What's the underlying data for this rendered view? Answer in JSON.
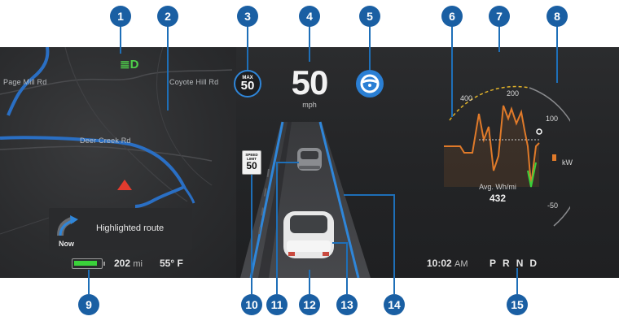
{
  "map": {
    "road_labels": [
      "Page Mill Rd",
      "Coyote Hill Rd",
      "Deer Creek Rd"
    ]
  },
  "nav": {
    "instruction": "Highlighted route",
    "time": "Now",
    "icon": "turn-arrow-icon"
  },
  "indicators": {
    "headlight_icon": "headlight-icon",
    "headlight_glyph": "≣D",
    "autosteer_icon": "steering-wheel-icon"
  },
  "speed_limit": {
    "max_label": "MAX",
    "max_value": "50",
    "sign_text": "SPEED LIMIT",
    "sign_value": "50"
  },
  "speed": {
    "value": "50",
    "unit": "mph"
  },
  "power_meter": {
    "scale_labels": [
      "400",
      "200",
      "100",
      "kW",
      "-50"
    ],
    "avg_label": "Avg. Wh/mi",
    "avg_value": "432"
  },
  "status": {
    "battery_level": 0.9,
    "range_value": "202",
    "range_unit": "mi",
    "temperature": "55° F",
    "time": "10:02",
    "ampm": "AM",
    "gears": [
      "P",
      "R",
      "N",
      "D"
    ]
  },
  "callouts": [
    "1",
    "2",
    "3",
    "4",
    "5",
    "6",
    "7",
    "8",
    "9",
    "10",
    "11",
    "12",
    "13",
    "14",
    "15"
  ],
  "colors": {
    "accent": "#2f86d9",
    "callout": "#1a5fa3",
    "battery": "#3ad13a",
    "regen": "#3ad13a",
    "power": "#e07a2a"
  }
}
